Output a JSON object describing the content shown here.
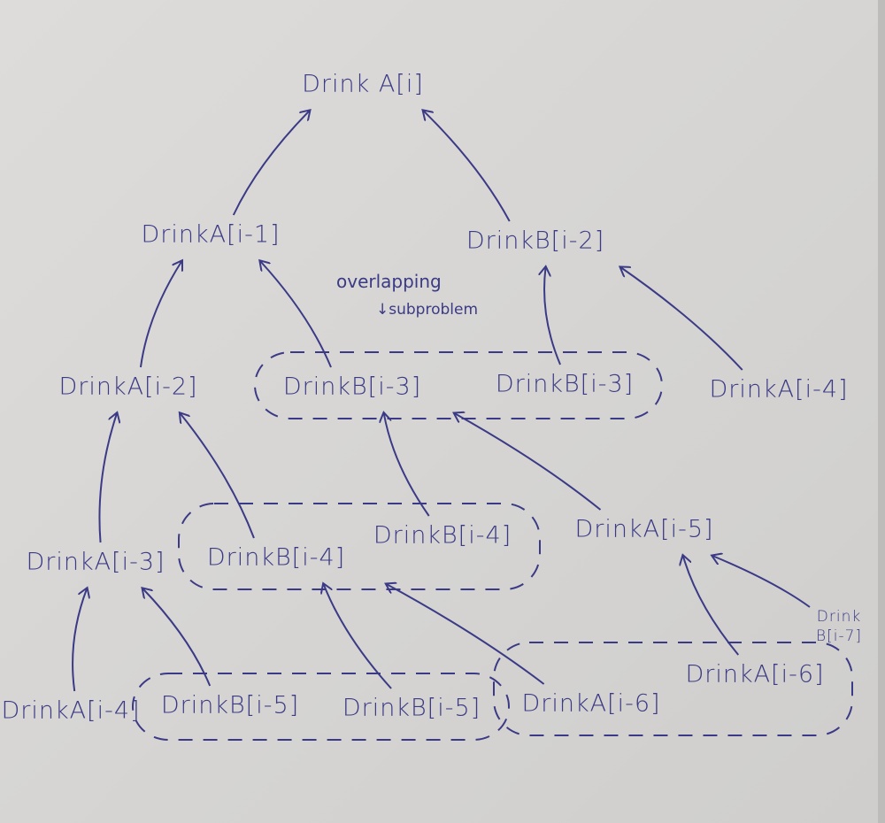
{
  "title": "Recursion tree for Drink A / Drink B",
  "ink_color": "#3b3a86",
  "annotation": {
    "line1": "overlapping",
    "line2": "subproblem"
  },
  "nodes": [
    {
      "label": "Drink A[i]"
    },
    {
      "label": "DrinkA[i-1]"
    },
    {
      "label": "DrinkB[i-2]"
    },
    {
      "label": "DrinkA[i-2]"
    },
    {
      "label": "DrinkB[i-3]"
    },
    {
      "label": "DrinkB[i-3]"
    },
    {
      "label": "DrinkA[i-4]"
    },
    {
      "label": "DrinkA[i-3]"
    },
    {
      "label": "DrinkB[i-4]"
    },
    {
      "label": "DrinkB[i-4]"
    },
    {
      "label": "DrinkA[i-5]"
    },
    {
      "label": "DrinkA[i-4]"
    },
    {
      "label": "DrinkB[i-5]"
    },
    {
      "label": "DrinkB[i-5]"
    },
    {
      "label": "DrinkA[i-6]"
    },
    {
      "label": "DrinkA[i-6]"
    },
    {
      "label": "Drink B[i-7]"
    }
  ],
  "edges": [
    [
      1,
      0
    ],
    [
      2,
      0
    ],
    [
      3,
      1
    ],
    [
      4,
      1
    ],
    [
      5,
      2
    ],
    [
      6,
      2
    ],
    [
      7,
      3
    ],
    [
      8,
      3
    ],
    [
      9,
      4
    ],
    [
      10,
      4
    ],
    [
      11,
      7
    ],
    [
      12,
      7
    ],
    [
      13,
      8
    ],
    [
      14,
      8
    ],
    [
      15,
      10
    ],
    [
      16,
      10
    ]
  ],
  "overlap_groups": [
    [
      4,
      5
    ],
    [
      8,
      9
    ],
    [
      12,
      13
    ],
    [
      14,
      15
    ]
  ]
}
